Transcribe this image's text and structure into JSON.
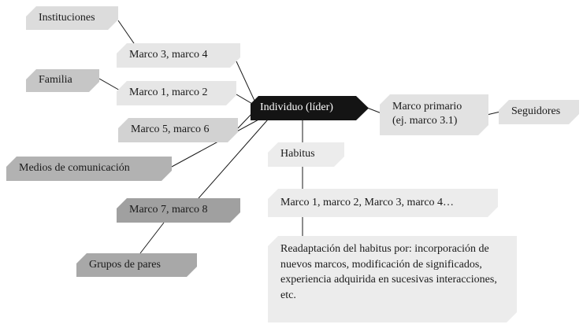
{
  "nodes": {
    "instituciones": "Instituciones",
    "marco34": "Marco 3, marco 4",
    "familia": "Familia",
    "marco12": "Marco 1, marco 2",
    "marco56": "Marco 5, marco 6",
    "medios": "Medios de comunicación",
    "marco78": "Marco 7, marco 8",
    "grupos": "Grupos de pares",
    "individuo": "Individuo (líder)",
    "marco_primario": "Marco primario (ej. marco 3.1)",
    "seguidores": "Seguidores",
    "habitus": "Habitus",
    "marcos_lista": "Marco 1, marco 2, Marco 3, marco 4…",
    "readaptacion": "Readaptación del habitus por: incorporación de nuevos marcos, modificación de significados, experiencia adquirida en sucesivas interacciones, etc."
  },
  "colors": {
    "instituciones": "#dcdcdc",
    "marco34": "#e6e6e6",
    "familia": "#c6c6c6",
    "marco12": "#e6e6e6",
    "marco56": "#d2d2d2",
    "medios": "#b2b2b2",
    "marco78": "#a0a0a0",
    "grupos": "#a8a8a8",
    "individuo": "#141414",
    "marco_primario": "#e2e2e2",
    "seguidores": "#e2e2e2",
    "habitus": "#ececec",
    "marcos_lista": "#ececec",
    "readaptacion": "#ececec"
  }
}
